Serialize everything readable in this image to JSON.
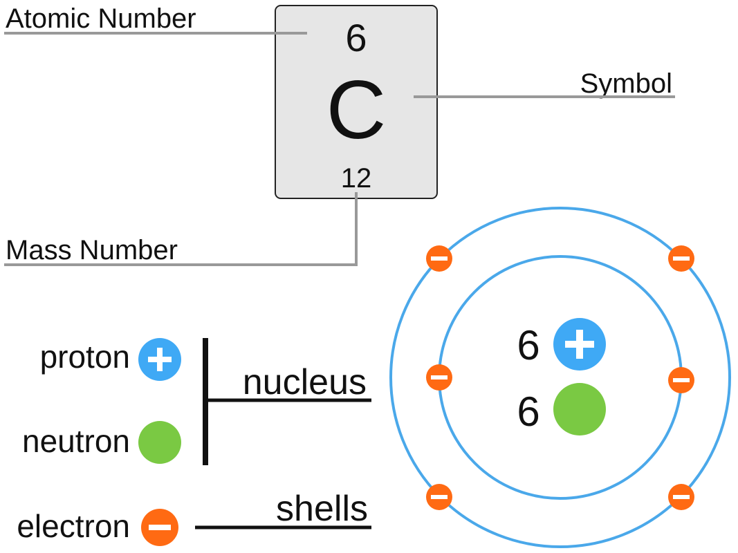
{
  "element_tile": {
    "atomic_number": "6",
    "symbol": "C",
    "mass_number": "12"
  },
  "callouts": {
    "atomic_number_label": "Atomic Number",
    "symbol_label": "Symbol",
    "mass_number_label": "Mass Number"
  },
  "legend": {
    "proton_label": "proton",
    "neutron_label": "neutron",
    "electron_label": "electron",
    "nucleus_label": "nucleus",
    "shells_label": "shells"
  },
  "nucleus": {
    "proton_count": "6",
    "neutron_count": "6"
  },
  "shells": {
    "inner_electrons": 2,
    "outer_electrons": 4
  },
  "colors": {
    "proton": "#3fa9f5",
    "neutron": "#7ac943",
    "electron": "#ff6a13",
    "shell": "#4aa8ea",
    "tile_fill": "#e6e6e6",
    "leader_line": "#999999"
  }
}
